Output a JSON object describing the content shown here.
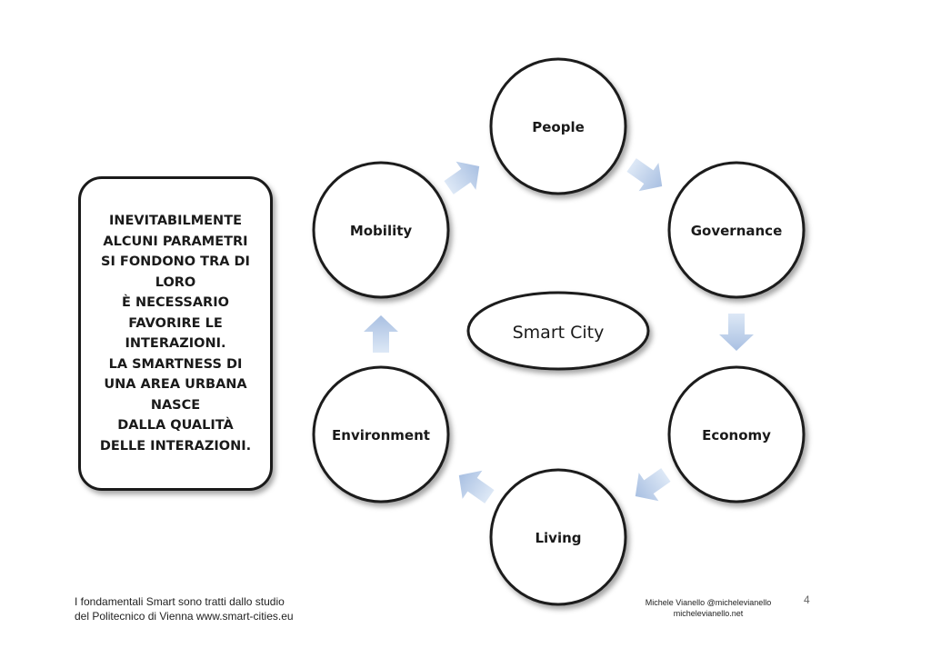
{
  "diagram": {
    "center_label": "Smart City",
    "nodes": [
      {
        "label": "People"
      },
      {
        "label": "Governance"
      },
      {
        "label": "Economy"
      },
      {
        "label": "Living"
      },
      {
        "label": "Environment"
      },
      {
        "label": "Mobility"
      }
    ],
    "arrow_color": "#b9cde9",
    "circle_border_color": "#1a1a1a"
  },
  "note": {
    "lines": [
      "INEVITABILMENTE",
      "ALCUNI PARAMETRI",
      "SI FONDONO TRA DI",
      "LORO",
      "È NECESSARIO",
      "FAVORIRE LE",
      "INTERAZIONI.",
      "LA SMARTNESS DI",
      "UNA AREA URBANA",
      "NASCE",
      "DALLA QUALITÀ",
      "DELLE INTERAZIONI."
    ]
  },
  "footer": {
    "source_line1": "I fondamentali Smart sono tratti dallo studio",
    "source_line2": "del Politecnico di Vienna www.smart-cities.eu",
    "author_line1": "Michele Vianello  @michelevianello",
    "author_line2": "michelevianello.net",
    "page_number": "4"
  }
}
